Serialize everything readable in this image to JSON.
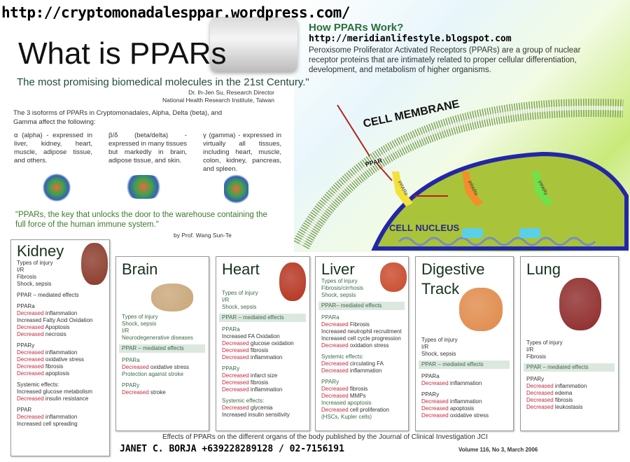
{
  "header": {
    "url_main": "http://cryptomonadalesppar.wordpress.com/",
    "title": "What is PPARs",
    "how_title": "How PPARs Work?",
    "url_secondary": "http://meridianlifestyle.blogspot.com",
    "how_text": "Peroxisome Proliferator Activated Receptors (PPARs) are a group of nuclear receptor proteins that are intimately related to proper cellular differentiation, development, and metabolism of higher organisms."
  },
  "intro": {
    "quote1": "The most promising biomedical molecules in the 21st Century.\"",
    "author1_line1": "Dr. Ih-Jen Su, Research Director",
    "author1_line2": "National Health Research Institute, Taiwan",
    "isoforms": "The 3 isoforms of PPARs in Cryptomonadales, Alpha, Delta (beta), and Gamma affect the following:",
    "alpha": "α (alpha) - expressed in liver, kidney, heart, muscle, adipose tissue, and others.",
    "beta": "β/δ (beta/delta) - expressed in many tissues but markedly in brain, adipose tissue, and skin.",
    "gamma": "γ (gamma) - expressed in virtually all tissues, including heart, muscle, colon, kidney, pancreas, and spleen.",
    "quote2": "\"PPARs, the key that unlocks the door to the warehouse containing the full force of the human immune system.\"",
    "author2": "by Prof. Wang Sun-Te"
  },
  "diagram": {
    "membrane": "CELL MEMBRANE",
    "ppar": "PPAR",
    "nucleus": "CELL NUCLEUS",
    "alpha1": "PPARα",
    "alpha2": "PPARα",
    "gamma": "PPARγ",
    "colors": {
      "nucleus": "#a9c43a",
      "nucleus_border": "#2326a8",
      "arrow": "#b3231f",
      "membrane": "#7fa35a"
    }
  },
  "colors": {
    "decreased": "#c4283d",
    "heading": "#3a6b45"
  },
  "organs": [
    {
      "name": "Kidney",
      "lines": [
        [
          "plain",
          "Types of injury"
        ],
        [
          "plain",
          "I/R"
        ],
        [
          "plain",
          "Fibrosis"
        ],
        [
          "plain",
          "Shock, sepsis"
        ],
        [
          "gapplain",
          "PPAR – mediated effects"
        ],
        [
          "gapplain",
          "PPARa"
        ],
        [
          "dec",
          "inflammation"
        ],
        [
          "plain",
          "Increased Fatty Acid Oxidation"
        ],
        [
          "dec",
          "Apoptosis"
        ],
        [
          "dec",
          "necrosis"
        ],
        [
          "gapplain",
          "PPARy"
        ],
        [
          "dec",
          "inflammation"
        ],
        [
          "dec",
          "oxidative stress"
        ],
        [
          "dec",
          "fibrosis"
        ],
        [
          "dec",
          "apoptosis"
        ],
        [
          "gapplain",
          "Systemic effects:"
        ],
        [
          "plain",
          "Increased glucose metabolism"
        ],
        [
          "dec",
          "insulin resistance"
        ],
        [
          "gapplain",
          "PPAR"
        ],
        [
          "dec",
          "inflammation"
        ],
        [
          "plain",
          "Increased cell spreading"
        ]
      ]
    },
    {
      "name": "Brain",
      "lines": [
        [
          "h",
          "Types of injury"
        ],
        [
          "h",
          "Shock, sepsis"
        ],
        [
          "h",
          "I/R"
        ],
        [
          "h",
          "Neurodegenerative diseases"
        ],
        [
          "band",
          "PPAR – mediated effects"
        ],
        [
          "gap",
          "PPARa"
        ],
        [
          "dec",
          "oxidative stress"
        ],
        [
          "h",
          "Protection against stroke"
        ],
        [
          "gap",
          "PPARy"
        ],
        [
          "dec",
          "stroke"
        ]
      ]
    },
    {
      "name": "Heart",
      "lines": [
        [
          "h",
          "Types of injury"
        ],
        [
          "h",
          "I/R"
        ],
        [
          "h",
          "Shock, sepsis"
        ],
        [
          "band",
          "PPAR – mediated effects"
        ],
        [
          "gap",
          "PPARa"
        ],
        [
          "plain",
          "Increased FA Oxidation"
        ],
        [
          "dec",
          "glucose oxidation"
        ],
        [
          "dec",
          "fibrosis"
        ],
        [
          "dec",
          "inflammation"
        ],
        [
          "gap",
          "PPARy"
        ],
        [
          "dec",
          "infarct size"
        ],
        [
          "dec",
          "fibrosis"
        ],
        [
          "dec",
          "inflammation"
        ],
        [
          "gap",
          "Systemic effects:"
        ],
        [
          "dec",
          "glycemia"
        ],
        [
          "plain",
          "Increased insulin sensitivity"
        ]
      ]
    },
    {
      "name": "Liver",
      "lines": [
        [
          "h",
          "Types of injury"
        ],
        [
          "h",
          "Fibrosis/cirrhosis"
        ],
        [
          "h",
          "Shock, sepsis"
        ],
        [
          "band",
          "PPAR– mediated effects"
        ],
        [
          "gap",
          "PPARa"
        ],
        [
          "dec",
          "Fibrosis"
        ],
        [
          "plain",
          "Increased neutrophil recruitment"
        ],
        [
          "plain",
          "Increased cell cycle progression"
        ],
        [
          "dec",
          "oxidation stress"
        ],
        [
          "gap",
          "Systemic effects:"
        ],
        [
          "dec",
          "circulating FA"
        ],
        [
          "dec",
          "inflammation"
        ],
        [
          "gap",
          "PPARy"
        ],
        [
          "dec",
          "fibrosis"
        ],
        [
          "dec",
          "MMPs"
        ],
        [
          "h",
          "Increased apoptosis"
        ],
        [
          "dec",
          "cell proliferation"
        ],
        [
          "h",
          "(HSCs, Kupler cells)"
        ]
      ]
    },
    {
      "name": "Digestive Track",
      "lines": [
        [
          "plain",
          "Types of injury"
        ],
        [
          "plain",
          "I/R"
        ],
        [
          "plain",
          "Shock, sepsis"
        ],
        [
          "band",
          "PPAR – mediated effects"
        ],
        [
          "gapplain",
          "PPARa"
        ],
        [
          "dec",
          "inflammation"
        ],
        [
          "gapplain",
          "PPARy"
        ],
        [
          "dec",
          "inflammation"
        ],
        [
          "dec",
          "apoptosis"
        ],
        [
          "dec",
          "oxidative stress"
        ]
      ]
    },
    {
      "name": "Lung",
      "lines": [
        [
          "plain",
          "Types of injury"
        ],
        [
          "plain",
          "I/R"
        ],
        [
          "plain",
          "Fibrosis"
        ],
        [
          "band",
          "PPAR – mediated effects"
        ],
        [
          "gapplain",
          "PPARy"
        ],
        [
          "dec",
          "inflammation"
        ],
        [
          "dec",
          "edema"
        ],
        [
          "dec",
          "fibrosis"
        ],
        [
          "dec",
          "leukostasis"
        ]
      ]
    }
  ],
  "decreased_word": "Decreased",
  "footer": {
    "caption": "Effects of PPARs on the different organs of the body published by the Journal of Clinical Investigation JCI",
    "contact": "JANET C. BORJA +639228289128 / 02-7156191",
    "volume": "Volume 116, No 3, March 2006"
  }
}
